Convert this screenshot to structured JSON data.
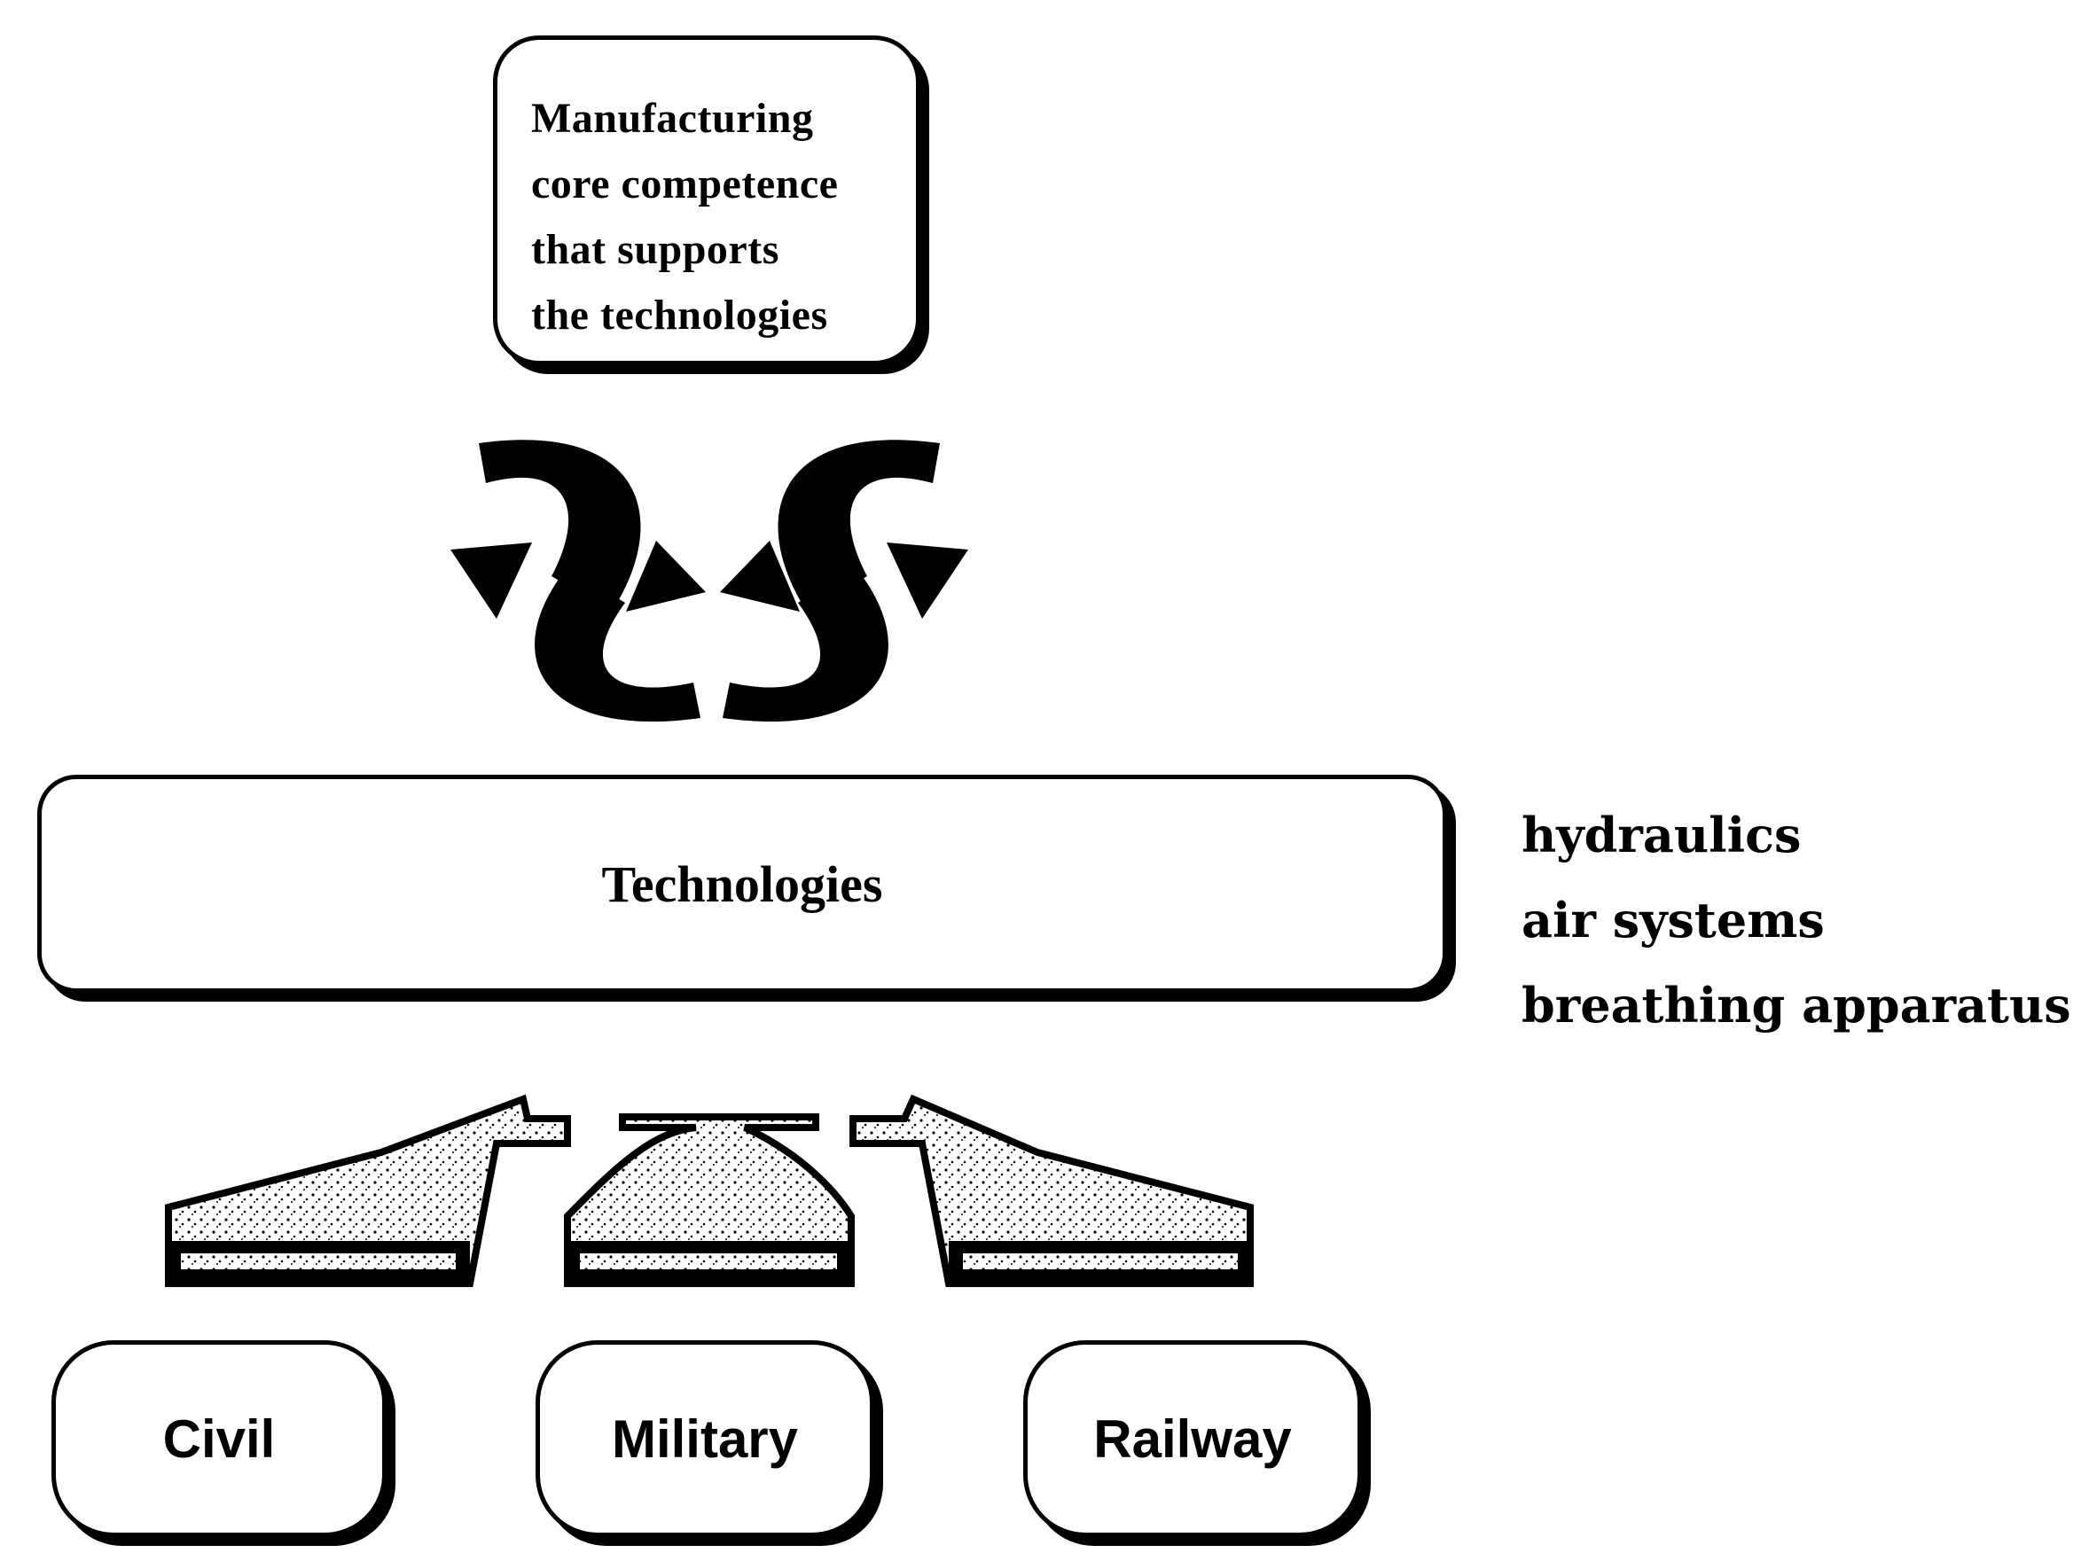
{
  "core_competence": {
    "lines": [
      "Manufacturing",
      "core competence",
      "that supports",
      "the technologies"
    ]
  },
  "technologies": {
    "label": "Technologies",
    "items": [
      "hydraulics",
      "air systems",
      "breathing apparatus"
    ]
  },
  "sectors": [
    "Civil",
    "Military",
    "Railway"
  ],
  "icons": {
    "cycle": "cycle-arrows-icon",
    "platform": "platform-arrow-icon"
  }
}
